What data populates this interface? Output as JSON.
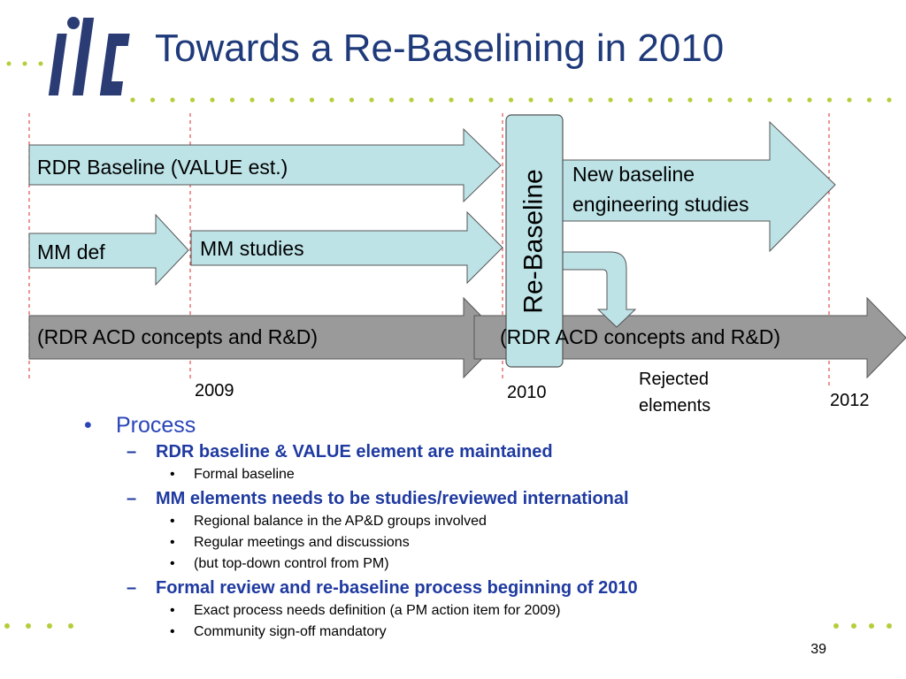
{
  "logo_text": "ilc",
  "slide": {
    "title": "Towards a Re-Baselining in 2010",
    "page_number": "39"
  },
  "diagram": {
    "arrows": {
      "rdr_baseline": "RDR Baseline (VALUE est.)",
      "mm_def": "MM def",
      "mm_studies": "MM studies",
      "new_baseline_line1": "New baseline",
      "new_baseline_line2": "engineering studies",
      "rdr_acd": "(RDR ACD concepts and R&D)",
      "acd_right": "(RDR ACD concepts and R&D)"
    },
    "rebaseline_box": "Re-Baseline",
    "years": {
      "y2009": "2009",
      "y2010": "2010",
      "y2012": "2012"
    },
    "rejected_line1": "Rejected",
    "rejected_line2": "elements"
  },
  "bullets": {
    "process": "Process",
    "item1": "RDR baseline & VALUE element are maintained",
    "item1_sub1": "Formal baseline",
    "item2": "MM elements needs to be studies/reviewed international",
    "item2_sub1": "Regional balance in the AP&D groups involved",
    "item2_sub2": "Regular meetings and discussions",
    "item2_sub3": "(but top-down control from PM)",
    "item3": "Formal review and re-baseline process beginning of 2010",
    "item3_sub1": "Exact process needs definition (a PM action item for 2009)",
    "item3_sub2": "Community sign-off mandatory"
  },
  "colors": {
    "title": "#1f3a7a",
    "dots": "#b6cd3a",
    "arrow_fill": "#bde3e7",
    "gray_arrow": "#9a9a9a",
    "dashed_line": "#e05050"
  }
}
